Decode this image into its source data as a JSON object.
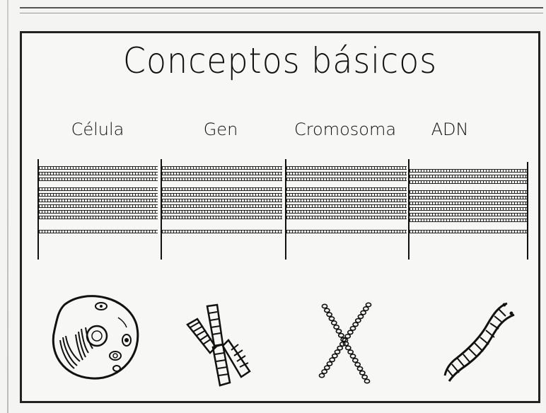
{
  "worksheet": {
    "title": "Conceptos básicos",
    "concepts": [
      {
        "label": "Célula",
        "icon": "cell-icon"
      },
      {
        "label": "Gen",
        "icon": "chromosome-gene-icon"
      },
      {
        "label": "Cromosoma",
        "icon": "chromosome-icon"
      },
      {
        "label": "ADN",
        "icon": "dna-icon"
      }
    ]
  }
}
